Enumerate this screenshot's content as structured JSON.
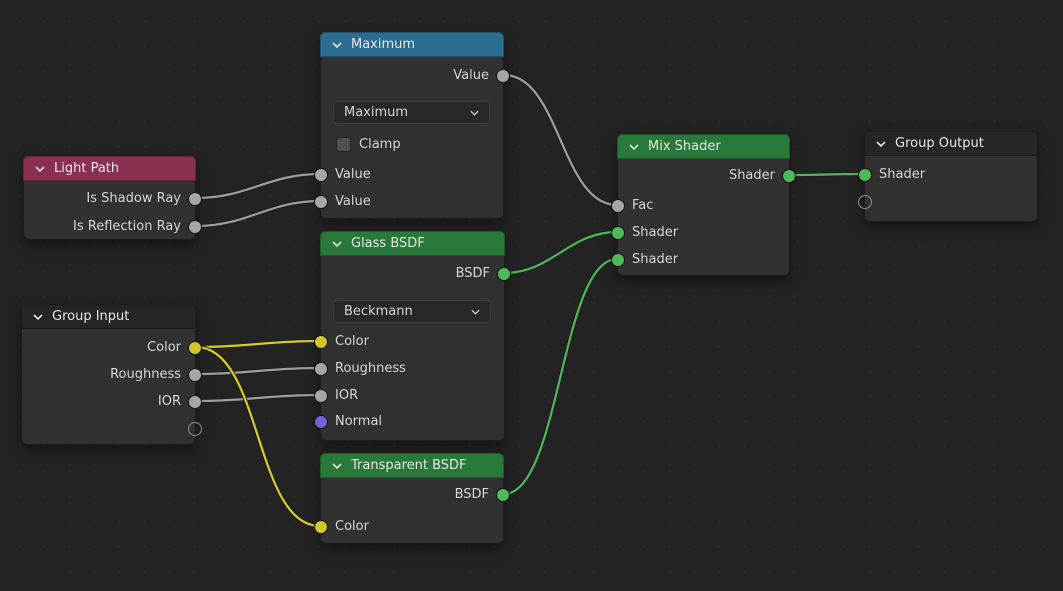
{
  "editor": {
    "name": "Shader Node Editor"
  },
  "palette": {
    "background": "#232323",
    "grid_dot": "#2b2b2b",
    "node_body": "#313131",
    "header_converter_blue": "#2a6d90",
    "header_input_red": "#8a3153",
    "header_shader_green": "#28793a",
    "header_group_dark": "#262626",
    "wire_gray": "#9e9e9e",
    "wire_yellow": "#d8cd28",
    "wire_green": "#4fb85a",
    "socket_gray": "#a6a6a6",
    "socket_yellow": "#d0c629",
    "socket_green": "#4fb85a",
    "socket_vector_purple": "#6e65d2"
  },
  "nodes": {
    "maximum": {
      "title": "Maximum",
      "output_label": "Value",
      "operation_dropdown": "Maximum",
      "clamp_label": "Clamp",
      "input1_label": "Value",
      "input2_label": "Value"
    },
    "light_path": {
      "title": "Light Path",
      "output1_label": "Is Shadow Ray",
      "output2_label": "Is Reflection Ray"
    },
    "glass_bsdf": {
      "title": "Glass BSDF",
      "output_label": "BSDF",
      "distribution_dropdown": "Beckmann",
      "input1_label": "Color",
      "input2_label": "Roughness",
      "input3_label": "IOR",
      "input4_label": "Normal"
    },
    "group_input": {
      "title": "Group Input",
      "output1_label": "Color",
      "output2_label": "Roughness",
      "output3_label": "IOR"
    },
    "transparent_bsdf": {
      "title": "Transparent BSDF",
      "output_label": "BSDF",
      "input1_label": "Color"
    },
    "mix_shader": {
      "title": "Mix Shader",
      "output_label": "Shader",
      "input1_label": "Fac",
      "input2_label": "Shader",
      "input3_label": "Shader"
    },
    "group_output": {
      "title": "Group Output",
      "input1_label": "Shader"
    }
  }
}
